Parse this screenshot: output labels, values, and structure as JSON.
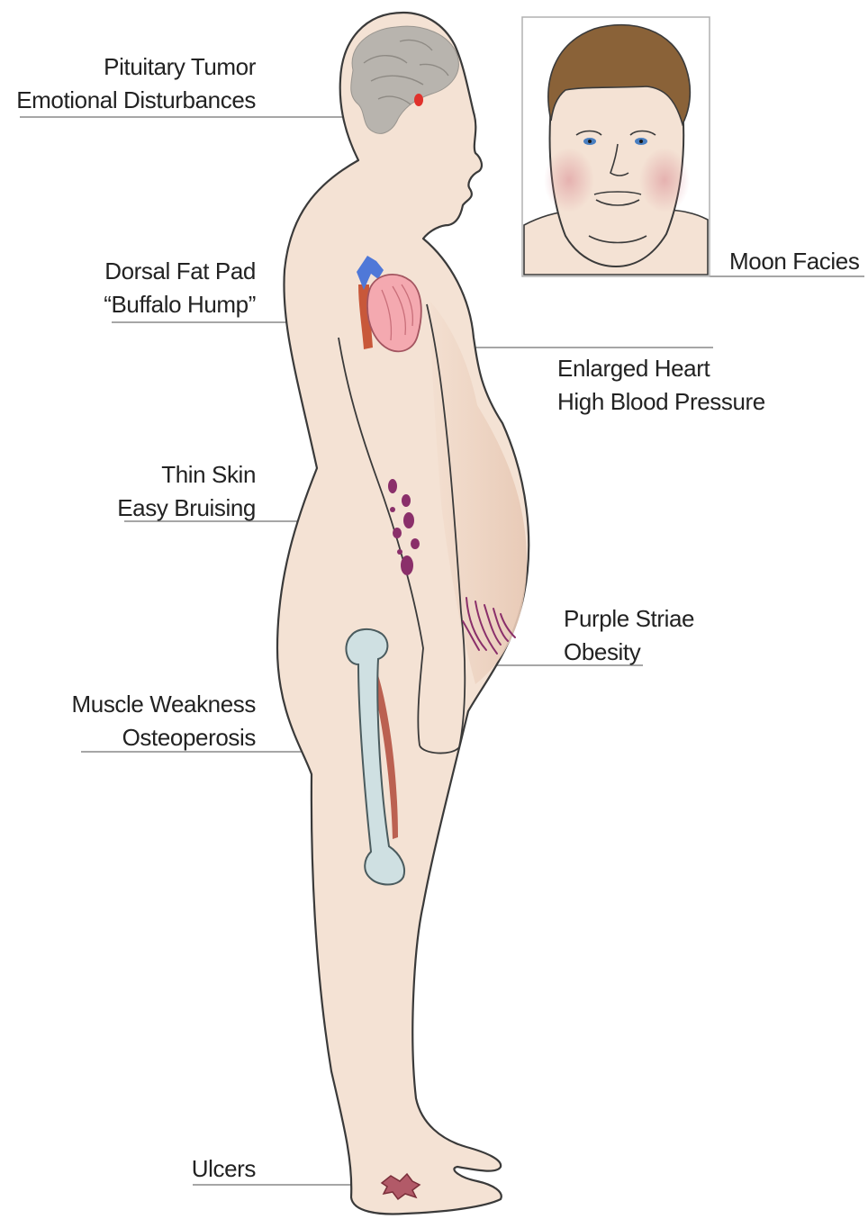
{
  "labels": {
    "pituitary": [
      "Pituitary Tumor",
      "Emotional Disturbances"
    ],
    "dorsal_fat_pad": [
      "Dorsal Fat Pad",
      "“Buffalo Hump”"
    ],
    "thin_skin": [
      "Thin Skin",
      "Easy Bruising"
    ],
    "muscle": [
      "Muscle Weakness",
      "Osteoperosis"
    ],
    "ulcers": [
      "Ulcers"
    ],
    "moon_facies": [
      "Moon Facies"
    ],
    "heart": [
      "Enlarged Heart",
      "High Blood Pressure"
    ],
    "striae": [
      "Purple Striae",
      "Obesity"
    ]
  },
  "colors": {
    "skin": "#f4e2d4",
    "skin_shade": "#e9cfbd",
    "outline": "#3a3a3a",
    "brain": "#b8b4ae",
    "pituitary_dot": "#e0322c",
    "heart": "#f4a9b0",
    "vessel_red": "#c8583a",
    "vessel_blue": "#4f78d8",
    "bruise": "#8a2f6a",
    "bone": "#cfe0e2",
    "muscle_strip": "#b04a3a",
    "hair": "#8a6238",
    "leader": "#888888"
  }
}
